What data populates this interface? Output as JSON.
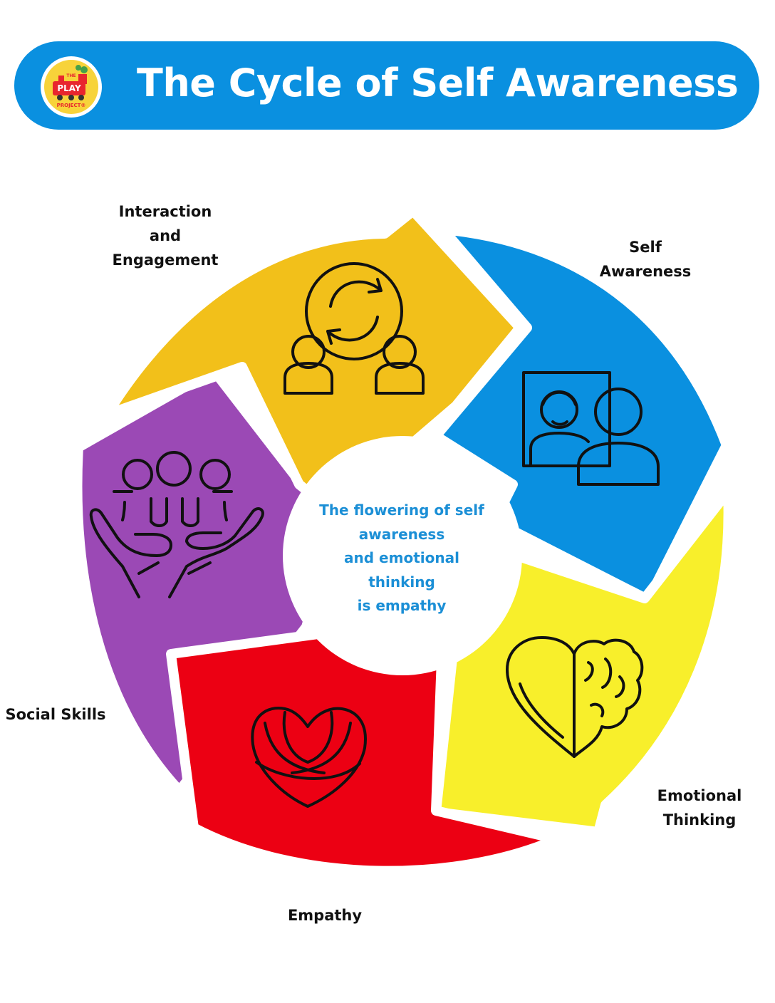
{
  "header": {
    "title": "The Cycle of Self Awareness",
    "logo": {
      "lines": [
        "THE",
        "PLAY",
        "PROJECT®"
      ],
      "colors": {
        "ring": "#ffffff",
        "fill": "#f7d33a",
        "train": "#e8262e"
      }
    },
    "color": "#0a90e0"
  },
  "cycle": {
    "segments": [
      {
        "id": "interaction",
        "label_lines": [
          "Interaction",
          "and",
          "Engagement"
        ],
        "color": "#f2c01a",
        "icon": "people-exchange-icon"
      },
      {
        "id": "self-awareness",
        "label_lines": [
          "Self",
          "Awareness"
        ],
        "color": "#0a90e0",
        "icon": "mirror-reflection-icon"
      },
      {
        "id": "emotional-thinking",
        "label_lines": [
          "Emotional",
          "Thinking"
        ],
        "color": "#f8ef2b",
        "icon": "heart-brain-icon"
      },
      {
        "id": "empathy",
        "label_lines": [
          "Empathy"
        ],
        "color": "#ec0013",
        "icon": "hugging-heart-icon"
      },
      {
        "id": "social-skills",
        "label_lines": [
          "Social Skills"
        ],
        "color": "#9b49b5",
        "icon": "hands-holding-people-icon"
      }
    ],
    "center_lines": [
      "The flowering of self",
      "awareness",
      "and emotional",
      "thinking",
      "is empathy"
    ],
    "center_color": "#1b8fd6"
  }
}
